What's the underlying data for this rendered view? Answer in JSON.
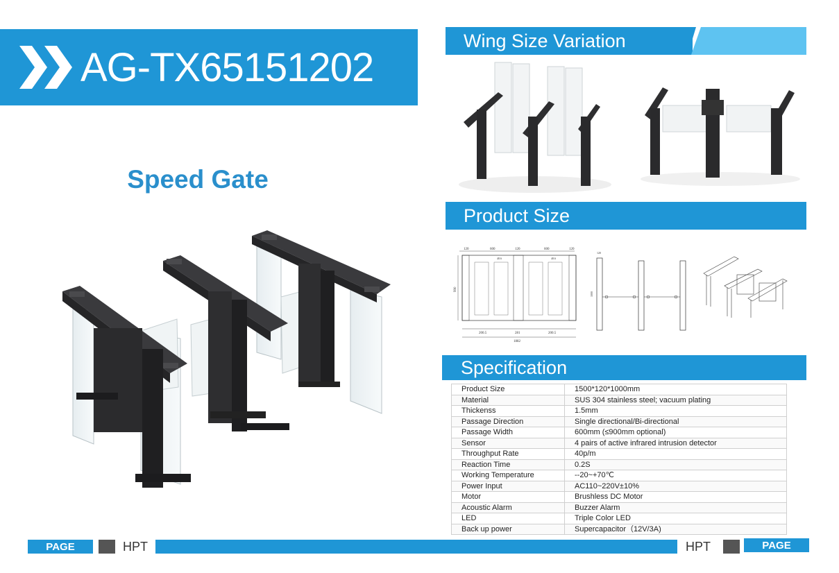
{
  "header": {
    "model": "AG-TX65151202"
  },
  "product_name": "Speed Gate",
  "sections": {
    "wing": "Wing Size Variation",
    "size": "Product Size",
    "spec": "Specification"
  },
  "drawing": {
    "dims_top": [
      "120",
      "600",
      "120",
      "600",
      "120"
    ],
    "dim_height": "990",
    "dims_bottom": [
      "200.5",
      "281",
      "200.5"
    ],
    "dim_total": "1882",
    "side_w": "120",
    "side_h": "1000",
    "wing_gap": "48.6"
  },
  "specs": [
    {
      "k": "Product Size",
      "v": "1500*120*1000mm"
    },
    {
      "k": "Material",
      "v": "SUS 304 stainless steel; vacuum plating"
    },
    {
      "k": "Thickenss",
      "v": "1.5mm"
    },
    {
      "k": "Passage Direction",
      "v": "Single directional/Bi-directional"
    },
    {
      "k": "Passage Width",
      "v": "600mm (≤900mm optional)"
    },
    {
      "k": "Sensor",
      "v": "4 pairs of active infrared intrusion detector"
    },
    {
      "k": "Throughput Rate",
      "v": "40p/m"
    },
    {
      "k": "Reaction Time",
      "v": "0.2S"
    },
    {
      "k": "Working Temperature",
      "v": "--20~+70℃"
    },
    {
      "k": "Power Input",
      "v": "AC110~220V±10%"
    },
    {
      "k": "Motor",
      "v": "Brushless DC Motor"
    },
    {
      "k": "Acoustic Alarm",
      "v": "Buzzer Alarm"
    },
    {
      "k": "LED",
      "v": "Triple Color LED"
    },
    {
      "k": "Back up power",
      "v": "Supercapacitor（12V/3A)"
    }
  ],
  "footer": {
    "page_label": "PAGE",
    "brand": "HPT"
  },
  "colors": {
    "accent": "#1f96d6",
    "accent_light": "#5ec3f1",
    "gate": "#2e2e30"
  }
}
